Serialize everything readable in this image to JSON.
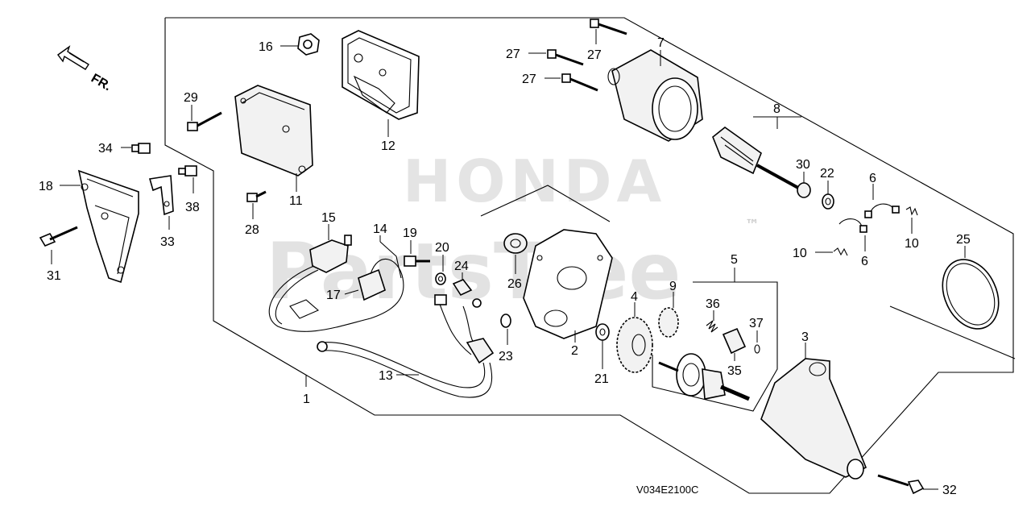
{
  "diagram": {
    "code": "V034E2100C",
    "direction_label": "FR.",
    "watermark_brand": "HONDA",
    "watermark_site": "PartsTree",
    "watermark_tm": "™"
  },
  "labels": {
    "p1": "1",
    "p2": "2",
    "p3": "3",
    "p4": "4",
    "p5": "5",
    "p6a": "6",
    "p6b": "6",
    "p7": "7",
    "p8": "8",
    "p9": "9",
    "p10a": "10",
    "p10b": "10",
    "p11": "11",
    "p12": "12",
    "p13": "13",
    "p14": "14",
    "p15": "15",
    "p16": "16",
    "p17": "17",
    "p18": "18",
    "p19": "19",
    "p20": "20",
    "p21": "21",
    "p22": "22",
    "p23": "23",
    "p24": "24",
    "p25": "25",
    "p26": "26",
    "p27a": "27",
    "p27b": "27",
    "p27c": "27",
    "p28": "28",
    "p29": "29",
    "p30": "30",
    "p31": "31",
    "p32": "32",
    "p33": "33",
    "p34": "34",
    "p35": "35",
    "p36": "36",
    "p37": "37",
    "p38": "38"
  },
  "colors": {
    "line": "#000000",
    "watermark": "#cfcfcf",
    "background": "#ffffff"
  }
}
